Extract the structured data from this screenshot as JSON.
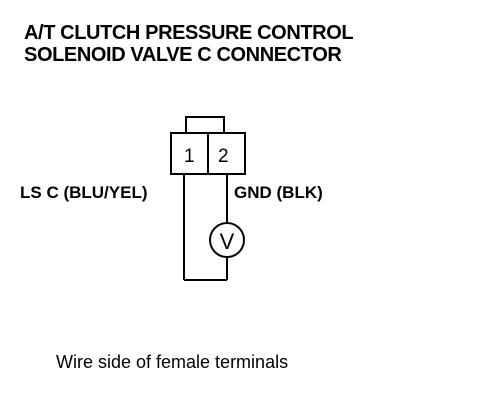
{
  "title": {
    "line1": "A/T CLUTCH PRESSURE CONTROL",
    "line2": "SOLENOID VALVE C CONNECTOR"
  },
  "connector": {
    "pins": [
      "1",
      "2"
    ]
  },
  "wires": {
    "left_label": "LS C (BLU/YEL)",
    "right_label": "GND (BLK)"
  },
  "meter": {
    "symbol": "V"
  },
  "caption": "Wire side of female terminals"
}
